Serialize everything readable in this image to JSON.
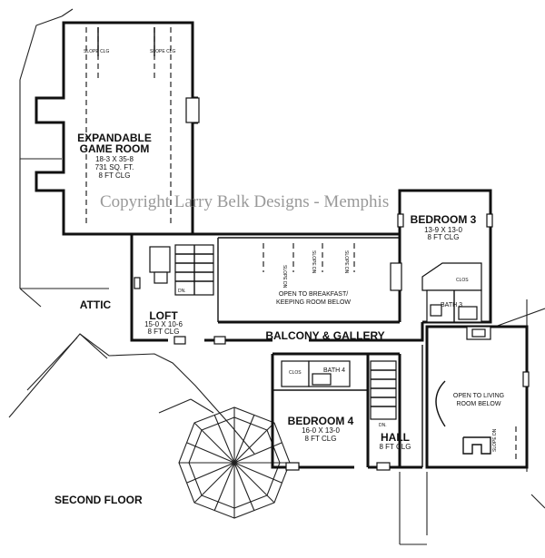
{
  "watermark": "Copyright Larry Belk Designs - Memphis",
  "floor_label": "SECOND FLOOR",
  "rooms": {
    "game_room": {
      "name_1": "EXPANDABLE",
      "name_2": "GAME ROOM",
      "dims": "18-3 X 35-8",
      "area": "731 SQ. FT.",
      "ceiling": "8 FT CLG"
    },
    "bedroom3": {
      "name": "BEDROOM 3",
      "dims": "13-9 X 13-0",
      "ceiling": "8 FT CLG"
    },
    "loft": {
      "name": "LOFT",
      "dims": "15-0 X 10-6",
      "ceiling": "8 FT CLG"
    },
    "open_breakfast": {
      "line1": "OPEN TO BREAKFAST/",
      "line2": "KEEPING ROOM BELOW"
    },
    "balcony": {
      "name": "BALCONY & GALLERY"
    },
    "attic": {
      "name": "ATTIC"
    },
    "bath3": {
      "name": "BATH 3"
    },
    "bath4": {
      "name": "BATH 4"
    },
    "hall": {
      "name": "HALL",
      "ceiling": "8 FT CLG"
    },
    "bedroom4": {
      "name": "BEDROOM 4",
      "dims": "16-0 X 13-0",
      "ceiling": "8 FT CLG"
    },
    "open_living": {
      "line1": "OPEN TO LIVING",
      "line2": "ROOM BELOW"
    }
  },
  "small_labels": {
    "clos": "CLOS",
    "dn": "DN.",
    "slope_clg": "SLOPE CLG",
    "slope_dn": "SLOPE DN"
  }
}
